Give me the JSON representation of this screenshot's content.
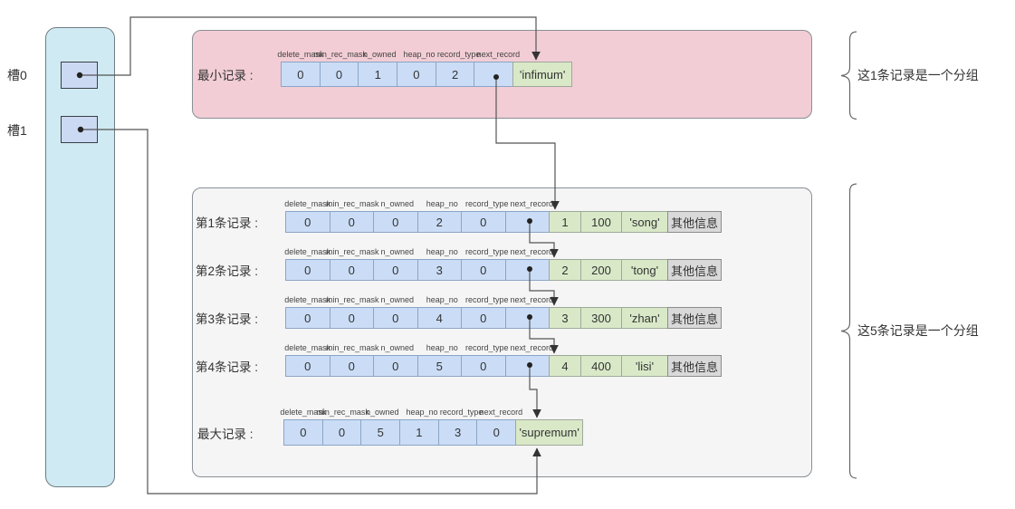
{
  "slots": [
    {
      "label": "槽0"
    },
    {
      "label": "槽1"
    }
  ],
  "field_header": [
    "delete_mask",
    "min_rec_mask",
    "n_owned",
    "heap_no",
    "record_type",
    "next_record"
  ],
  "groups": {
    "infimum": {
      "annotation": "这1条记录是一个分组"
    },
    "records": {
      "annotation": "这5条记录是一个分组"
    }
  },
  "rows": [
    {
      "id": "min-record",
      "label": "最小记录 :",
      "header_values": [
        "0",
        "0",
        "1",
        "0",
        "2"
      ],
      "next_record_pointer": true,
      "data_cells": [
        {
          "text": "'infimum'",
          "style": "green"
        }
      ]
    },
    {
      "id": "record-1",
      "label": "第1条记录 :",
      "header_values": [
        "0",
        "0",
        "0",
        "2",
        "0"
      ],
      "next_record_pointer": true,
      "data_cells": [
        {
          "text": "1",
          "style": "green"
        },
        {
          "text": "100",
          "style": "green"
        },
        {
          "text": "'song'",
          "style": "green"
        },
        {
          "text": "其他信息",
          "style": "gray"
        }
      ]
    },
    {
      "id": "record-2",
      "label": "第2条记录 :",
      "header_values": [
        "0",
        "0",
        "0",
        "3",
        "0"
      ],
      "next_record_pointer": true,
      "data_cells": [
        {
          "text": "2",
          "style": "green"
        },
        {
          "text": "200",
          "style": "green"
        },
        {
          "text": "'tong'",
          "style": "green"
        },
        {
          "text": "其他信息",
          "style": "gray"
        }
      ]
    },
    {
      "id": "record-3",
      "label": "第3条记录 :",
      "header_values": [
        "0",
        "0",
        "0",
        "4",
        "0"
      ],
      "next_record_pointer": true,
      "data_cells": [
        {
          "text": "3",
          "style": "green"
        },
        {
          "text": "300",
          "style": "green"
        },
        {
          "text": "'zhan'",
          "style": "green"
        },
        {
          "text": "其他信息",
          "style": "gray"
        }
      ]
    },
    {
      "id": "record-4",
      "label": "第4条记录 :",
      "header_values": [
        "0",
        "0",
        "0",
        "5",
        "0"
      ],
      "next_record_pointer": true,
      "data_cells": [
        {
          "text": "4",
          "style": "green"
        },
        {
          "text": "400",
          "style": "green"
        },
        {
          "text": "'lisi'",
          "style": "green"
        },
        {
          "text": "其他信息",
          "style": "gray"
        }
      ]
    },
    {
      "id": "max-record",
      "label": "最大记录 :",
      "header_values": [
        "0",
        "0",
        "5",
        "1",
        "3",
        "0"
      ],
      "next_record_pointer": false,
      "data_cells": [
        {
          "text": "'supremum'",
          "style": "green"
        }
      ]
    }
  ],
  "colors": {
    "page_box": "#cfeaf2",
    "slot_cell": "#ccd9f3",
    "infimum_box": "#f2cdd5",
    "records_box": "#f5f5f5",
    "field_cell": "#cbddf6",
    "data_cell_green": "#d9e9c8",
    "data_cell_gray": "#d9d9d9",
    "line": "#555555"
  }
}
